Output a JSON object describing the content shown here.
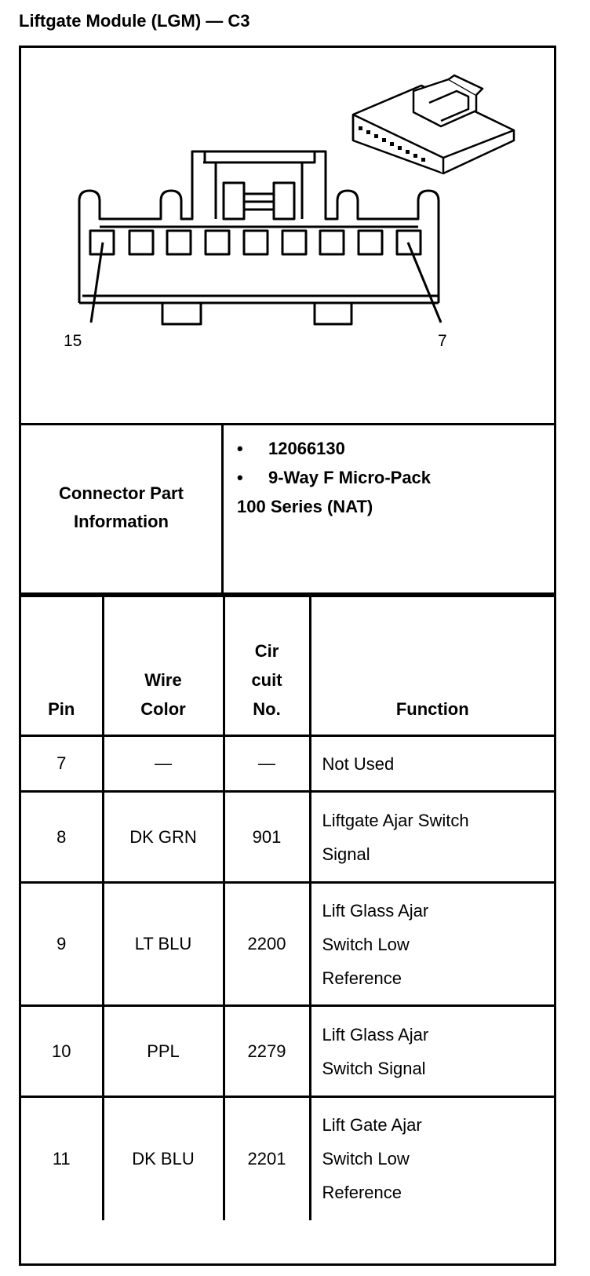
{
  "title": "Liftgate Module (LGM) — C3",
  "diagram": {
    "callout_left": "15",
    "callout_right": "7"
  },
  "connector_info": {
    "label_line1": "Connector Part",
    "label_line2": "Information",
    "bullet_char": "•",
    "part_number": "12066130",
    "connector_type": "9-Way F Micro-Pack",
    "series": "100 Series (NAT)"
  },
  "pin_table": {
    "headers": {
      "pin": "Pin",
      "wire_color_1": "Wire",
      "wire_color_2": "Color",
      "circuit_1": "Cir",
      "circuit_2": "cuit",
      "circuit_3": "No.",
      "function": "Function"
    },
    "rows": [
      {
        "pin": "7",
        "wire_color": "—",
        "circuit": "—",
        "function_lines": [
          "Not Used"
        ]
      },
      {
        "pin": "8",
        "wire_color": "DK GRN",
        "circuit": "901",
        "function_lines": [
          "Liftgate Ajar Switch",
          "Signal"
        ]
      },
      {
        "pin": "9",
        "wire_color": "LT BLU",
        "circuit": "2200",
        "function_lines": [
          "Lift Glass Ajar",
          "Switch Low",
          "Reference"
        ]
      },
      {
        "pin": "10",
        "wire_color": "PPL",
        "circuit": "2279",
        "function_lines": [
          "Lift Glass Ajar",
          "Switch Signal"
        ]
      },
      {
        "pin": "11",
        "wire_color": "DK BLU",
        "circuit": "2201",
        "function_lines": [
          "Lift Gate Ajar",
          "Switch Low",
          "Reference"
        ]
      }
    ]
  }
}
